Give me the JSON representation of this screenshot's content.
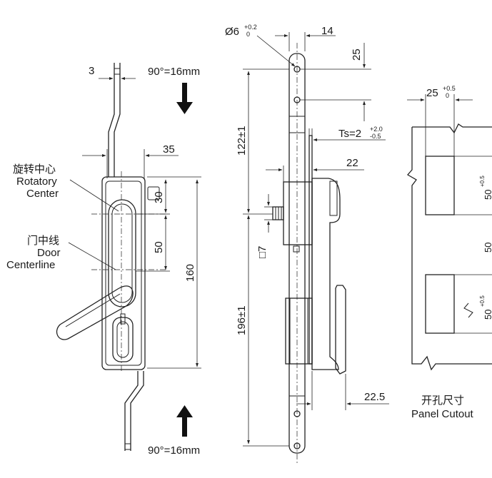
{
  "labels": {
    "rotary_cn": "旋转中心",
    "rotary_en1": "Rotatory",
    "rotary_en2": "Center",
    "door_cn": "门中线",
    "door_en1": "Door",
    "door_en2": "Centerline",
    "cutout_cn": "开孔尺寸",
    "cutout_en": "Panel Cutout"
  },
  "motion": {
    "top": "90°=16mm",
    "bottom": "90°=16mm"
  },
  "front_view": {
    "dim_3": "3",
    "dim_35": "35",
    "dim_30": "30",
    "dim_50": "50",
    "dim_160": "160"
  },
  "side_view": {
    "hole_dia": "Ø6",
    "hole_tol_upper": "+0.2",
    "hole_tol_lower": "0",
    "dim_14": "14",
    "dim_25": "25",
    "dim_122": "122±1",
    "ts_label": "Ts=2",
    "ts_tol_upper": "+2.0",
    "ts_tol_lower": "-0.5",
    "dim_22": "22",
    "dim_7": "□7",
    "dim_196": "196±1",
    "dim_22_5": "22.5"
  },
  "cutout_view": {
    "width": "25",
    "width_tol_upper": "+0.5",
    "width_tol_lower": "0",
    "upper_height": "50",
    "upper_tol": "+0.5",
    "spacing": "50",
    "lower_height": "50",
    "lower_tol": "+0.5"
  }
}
